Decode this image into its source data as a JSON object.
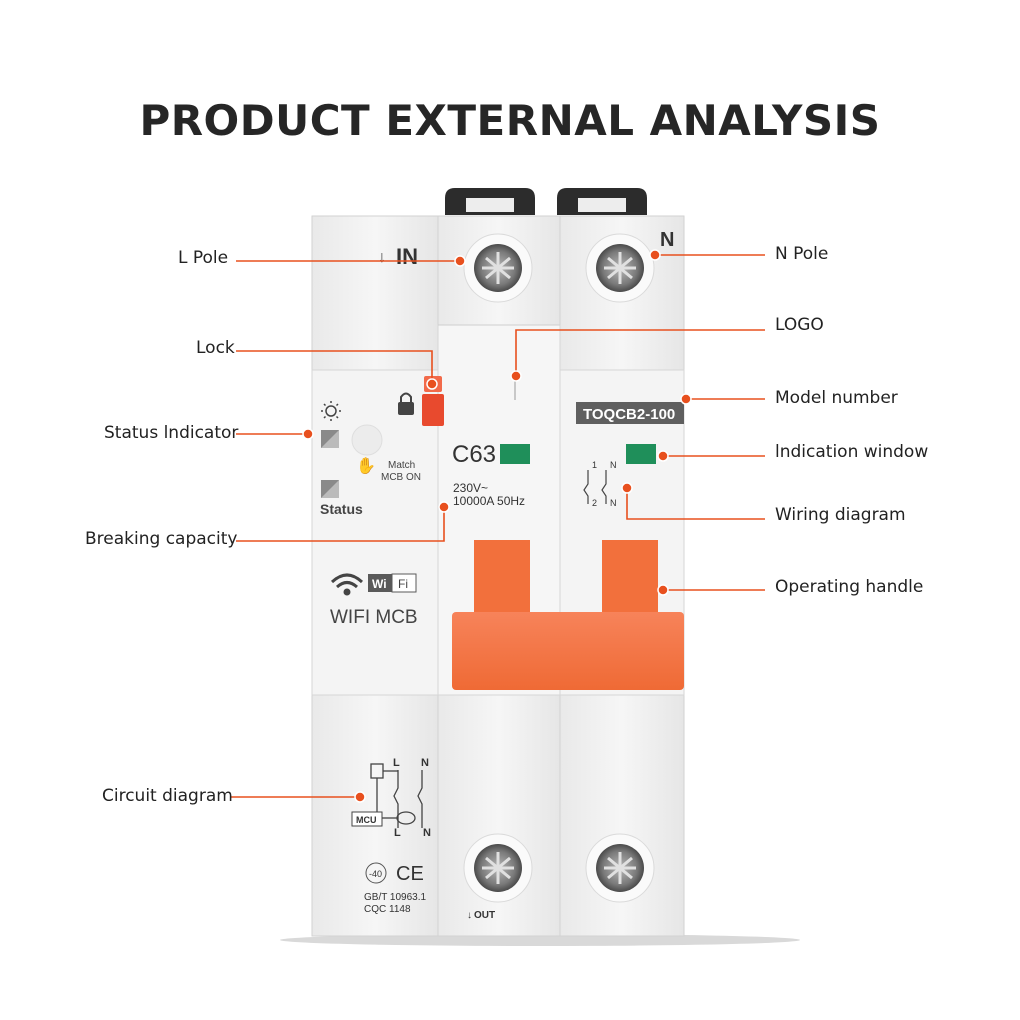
{
  "title": "PRODUCT EXTERNAL ANALYSIS",
  "callouts": {
    "l_pole": "L  Pole",
    "lock": "Lock",
    "status_indicator": "Status lndicator",
    "breaking_capacity": "Breaking capacity",
    "circuit_diagram": "Circuit diagram",
    "n_pole": "N   Pole",
    "logo": "LOGO",
    "model_number": "Model number",
    "indication_window": "lndication window",
    "wiring_diagram": "Wiring diagram",
    "operating_handle": "Operating handle"
  },
  "device": {
    "in_label": "IN",
    "n_label": "N",
    "rating": "C63",
    "voltage": "230V~",
    "capacity_freq": "10000A  50Hz",
    "model": "TOQCB2-100",
    "match_line1": "Match",
    "match_line2": "MCB ON",
    "status": "Status",
    "wi": "Wi",
    "fi": "Fi",
    "wifi_mcb": "WIFI MCB",
    "mcu": "MCU",
    "diag_l": "L",
    "diag_n": "N",
    "wiring_1": "1",
    "wiring_2": "2",
    "wiring_n": "N",
    "temp": "-40",
    "ce": "CE",
    "std1": "GB/T 10963.1",
    "std2": "CQC 1148",
    "out": "OUT"
  },
  "colors": {
    "accent": "#e8501e",
    "handle": "#f2703c",
    "body": "#f1f1f1",
    "indicator": "#1f8f5a",
    "lock": "#e84a2e",
    "model_bg": "#5f5f5f"
  }
}
